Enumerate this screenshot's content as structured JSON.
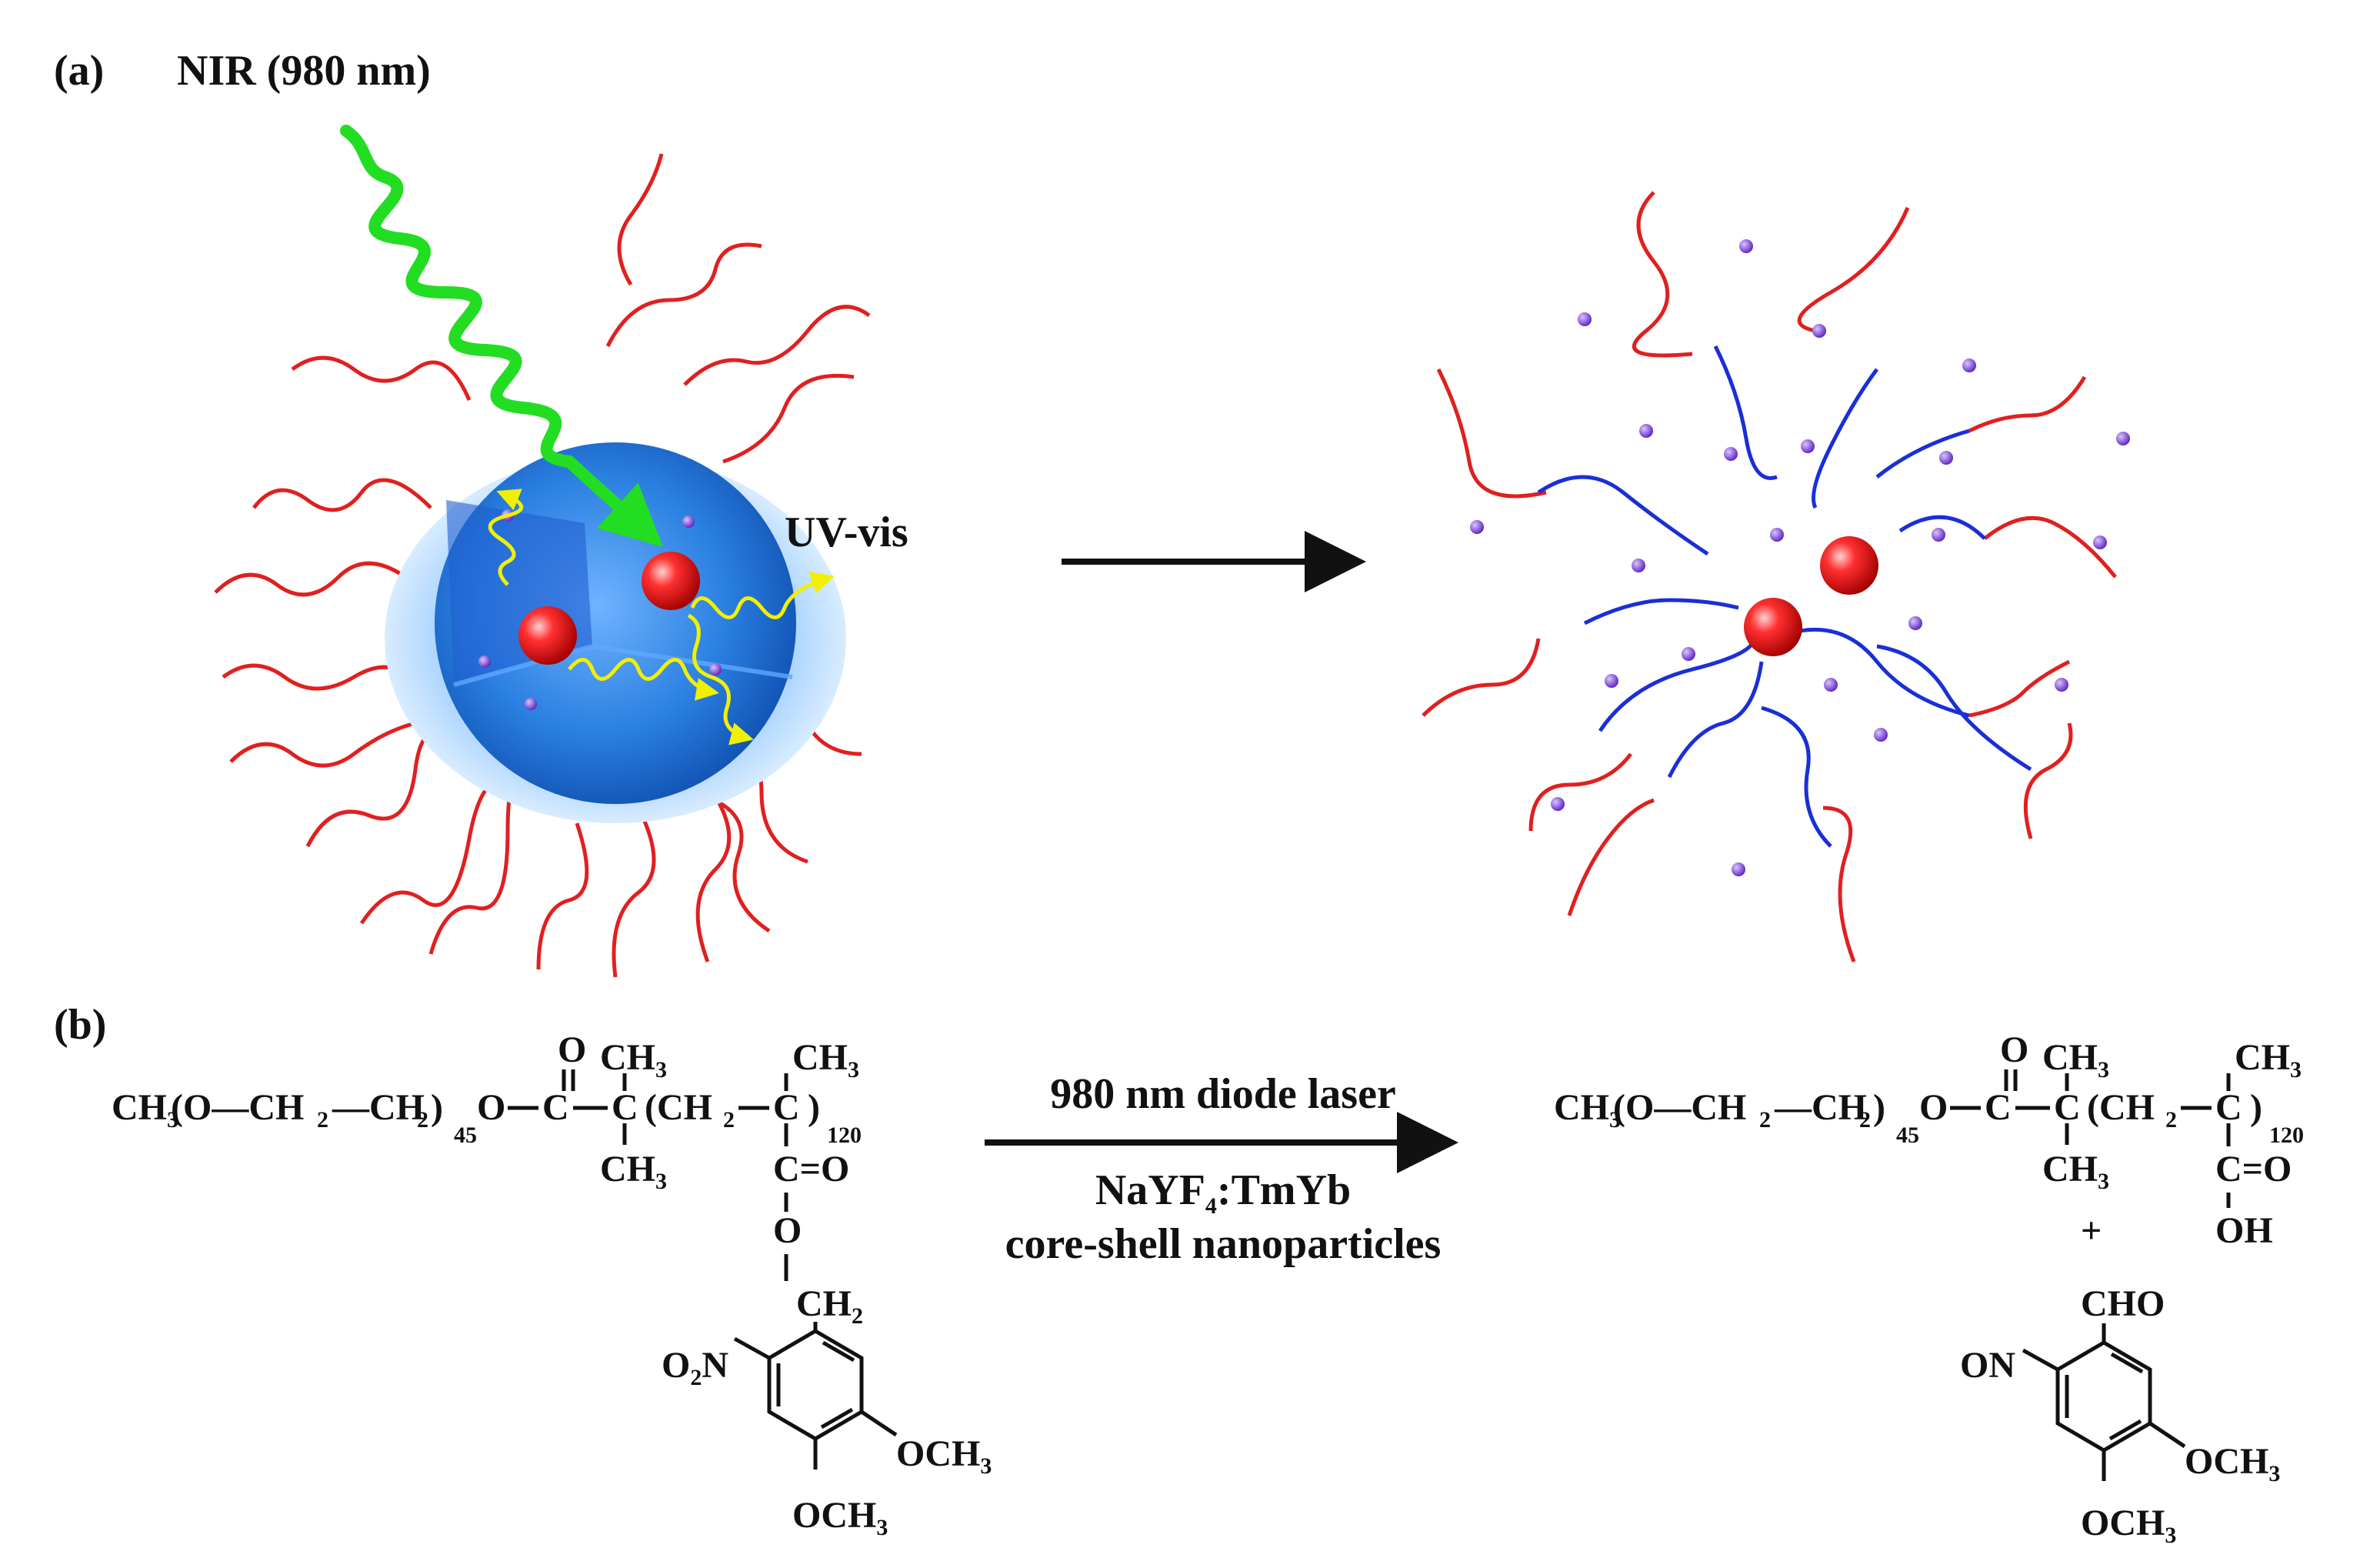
{
  "panel_a": {
    "label": "(a)",
    "nir_label": "NIR (980 nm)",
    "uvvis_label": "UV-vis"
  },
  "panel_b": {
    "label": "(b)",
    "reagents": {
      "laser": "980 nm diode laser",
      "catalyst_pre": "NaYF",
      "catalyst_sub": "4",
      "catalyst_post": ":TmYb",
      "catalyst_line2": "core-shell nanoparticles"
    },
    "reactant": {
      "ch3": "CH",
      "peg_repeat": "45",
      "pmma_repeat": "120",
      "methyl": "CH",
      "carbonyl_o": "O",
      "ester_c_o": "C=O",
      "ester_o": "O",
      "ch2": "CH",
      "nitro": "O",
      "nitro_tail": "N",
      "methoxy": "OCH"
    },
    "product": {
      "ch3": "CH",
      "peg_repeat": "45",
      "pmma_repeat": "120",
      "acid_c_o": "C=O",
      "acid_oh": "OH",
      "plus": "+",
      "aldehyde": "CHO",
      "nitroso": "ON",
      "methoxy": "OCH"
    }
  },
  "colors": {
    "nir_beam": "#22dd22",
    "particle_shell": "#2a7fe0",
    "particle_core": "#e02020",
    "emission": "#f0f000",
    "polymer_hydrophilic": "#e02020",
    "polymer_hydrophobic": "#1a2fd6",
    "released_molecule": "#7a3fd0"
  }
}
